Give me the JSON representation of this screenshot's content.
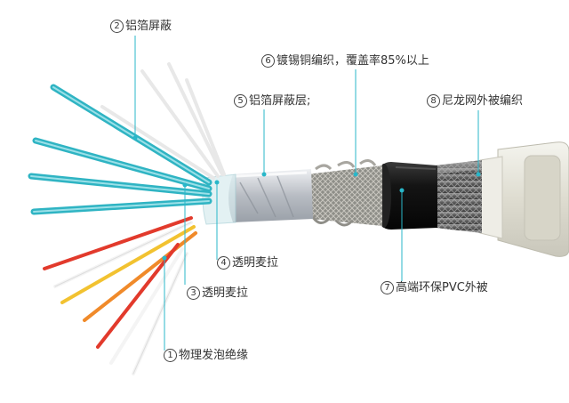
{
  "labels": {
    "l1": {
      "num": "1",
      "text": "物理发泡绝缘"
    },
    "l2": {
      "num": "2",
      "text": "铝箔屏蔽"
    },
    "l3": {
      "num": "3",
      "text": "透明麦拉"
    },
    "l4": {
      "num": "4",
      "text": "透明麦拉"
    },
    "l5": {
      "num": "5",
      "text": "铝箔屏蔽层;"
    },
    "l6": {
      "num": "6",
      "text": "镀锡铜编织，覆盖率85%以上"
    },
    "l7": {
      "num": "7",
      "text": "高端环保PVC外被"
    },
    "l8": {
      "num": "8",
      "text": "尼龙网外被编织"
    }
  },
  "colors": {
    "leader": "#29b7c9",
    "cyan_wire": "#2fb4c3",
    "foil": "#c9ccd1",
    "braid": "#8a8a85",
    "jacket": "#141414",
    "nylon": "#6d6d6d",
    "connector": "#e8e8dd",
    "red_wire": "#e23a2c",
    "orange_wire": "#f08a2a",
    "yellow_wire": "#f2c230",
    "white_wire": "#f4f4f4"
  }
}
